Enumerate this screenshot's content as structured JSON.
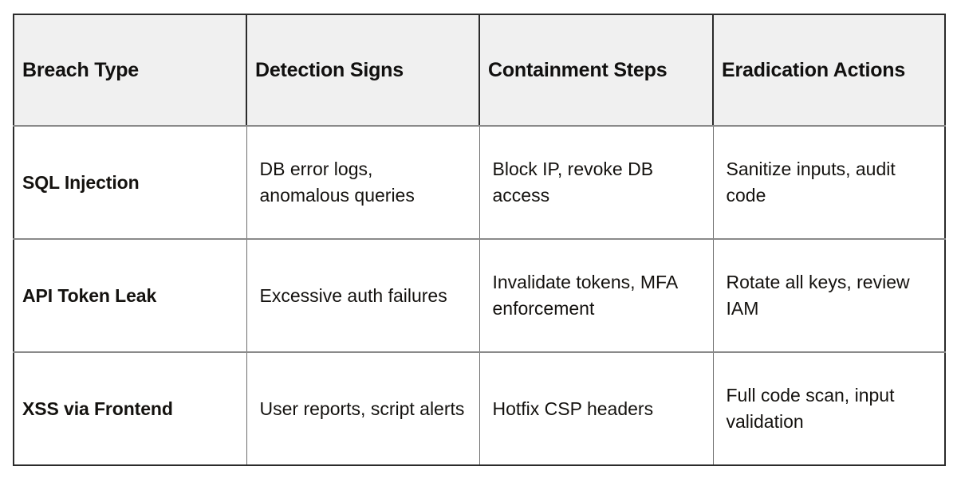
{
  "table": {
    "columns": [
      "Breach Type",
      "Detection Signs",
      "Containment Steps",
      "Eradication Actions"
    ],
    "rows": [
      {
        "breach_type": "SQL Injection",
        "detection_signs": "DB error logs, anomalous queries",
        "containment_steps": "Block IP, revoke DB access",
        "eradication_actions": "Sanitize inputs, audit code"
      },
      {
        "breach_type": "API Token Leak",
        "detection_signs": "Excessive auth failures",
        "containment_steps": "Invalidate tokens, MFA enforcement",
        "eradication_actions": "Rotate all keys, review IAM"
      },
      {
        "breach_type": "XSS via Frontend",
        "detection_signs": "User reports, script alerts",
        "containment_steps": "Hotfix CSP headers",
        "eradication_actions": "Full code scan, input validation"
      }
    ],
    "colors": {
      "header_background": "#f0f0f0",
      "header_text": "#11100f",
      "body_text": "#14120f",
      "outer_border": "#2b2b2b",
      "inner_border": "#8a8a8a",
      "page_background": "#ffffff"
    }
  }
}
